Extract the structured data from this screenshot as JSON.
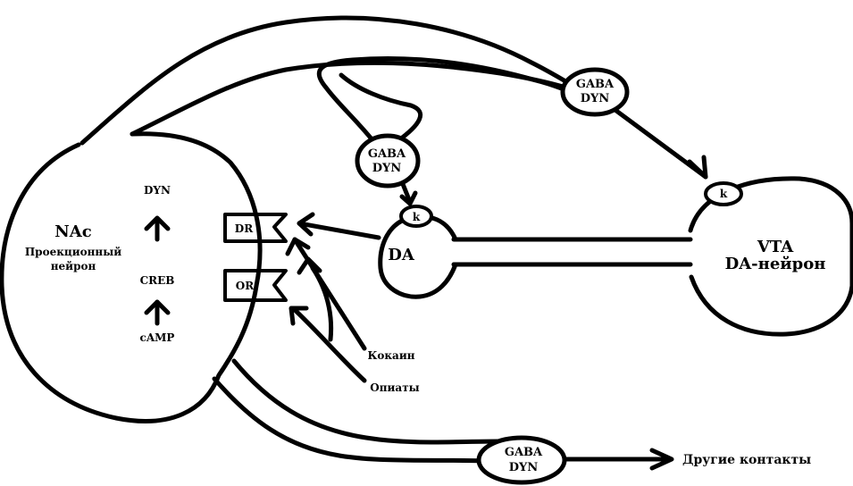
{
  "nac": {
    "title": "NAc",
    "subtitle_line1": "Проекционный",
    "subtitle_line2": "нейрон",
    "dyn": "DYN",
    "creb": "CREB",
    "camp": "cAMP"
  },
  "receptors": {
    "dr": "DR",
    "or": "OR"
  },
  "terminal": {
    "label": "DA",
    "k": "k"
  },
  "vta": {
    "line1": "VTA",
    "line2": "DA-нейрон",
    "k": "k"
  },
  "gaba_upper": {
    "line1": "GABA",
    "line2": "DYN"
  },
  "gaba_mid": {
    "line1": "GABA",
    "line2": "DYN"
  },
  "gaba_bottom": {
    "line1": "GABA",
    "line2": "DYN"
  },
  "drugs": {
    "cocaine": "Кокаин",
    "opiates": "Опиаты"
  },
  "other_contacts": "Другие контакты"
}
